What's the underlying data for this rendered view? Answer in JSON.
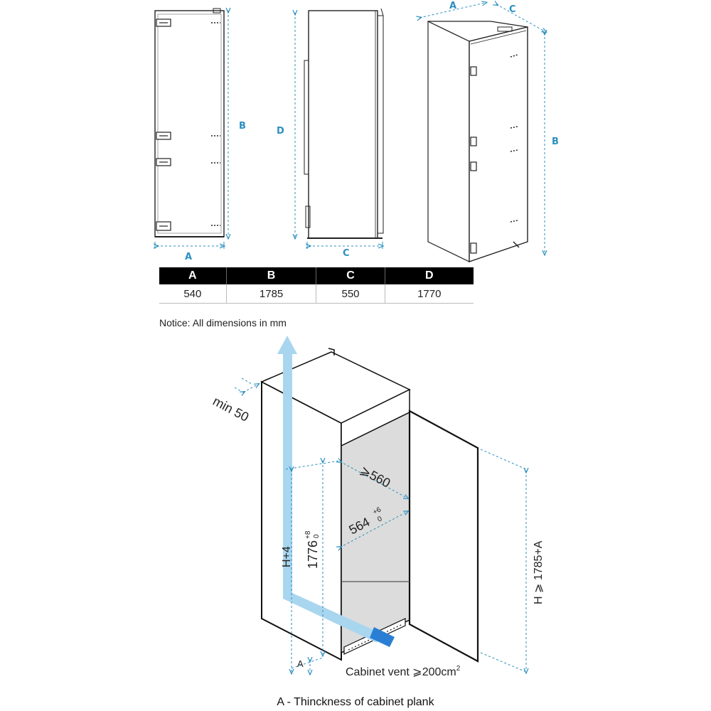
{
  "top_views": {
    "front_label": "A",
    "front_height_label": "B",
    "side_width_label": "C",
    "side_height_label": "D",
    "iso_a_label": "A",
    "iso_c_label": "C",
    "iso_b_label": "B"
  },
  "dimension_table": {
    "headers": [
      "A",
      "B",
      "C",
      "D"
    ],
    "values": [
      "540",
      "1785",
      "550",
      "1770"
    ]
  },
  "notice": "Notice: All dimensions in mm",
  "installation": {
    "min_gap": "min 50",
    "width_min": "⩾560",
    "depth_nominal": "564",
    "depth_tol_plus": "+6",
    "depth_tol_minus": "0",
    "height_nominal": "1776",
    "height_tol_plus": "+8",
    "height_tol_minus": "0",
    "airflow_label": "H+4",
    "total_height": "H ⩾ 1785+A",
    "plank_marker": "A",
    "vent_label": "Cabinet vent  ⩾200cm",
    "vent_sup": "2"
  },
  "caption": "A - Thinckness of cabinet plank",
  "colors": {
    "dimension": "#2b8fbf",
    "airflow": "#a9d6ef",
    "airflow_head": "#2a7fd4",
    "cabinet": "#dcdcdc"
  }
}
